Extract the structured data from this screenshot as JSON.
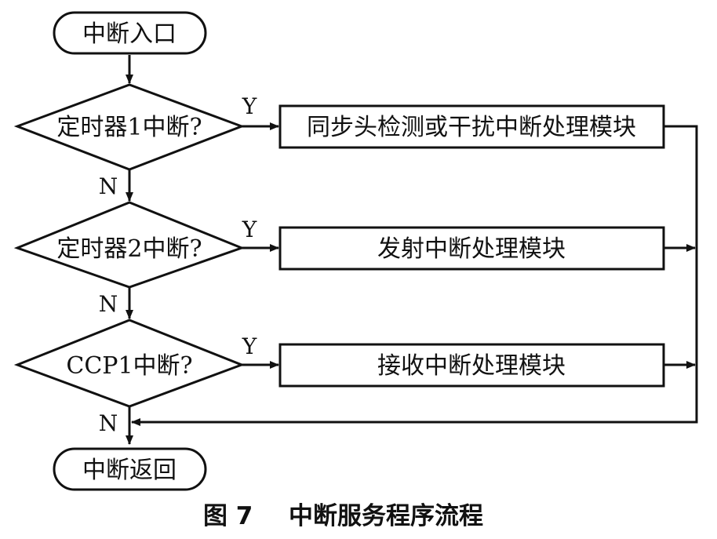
{
  "nodes": {
    "start": "中断入口",
    "decision1": "定时器1中断?",
    "decision2": "定时器2中断?",
    "decision3": "CCP1中断?",
    "process1": "同步头检测或干扰中断处理模块",
    "process2": "发射中断处理模块",
    "process3": "接收中断处理模块",
    "end": "中断返回"
  },
  "labels": {
    "yes": "Y",
    "no": "N"
  },
  "caption": {
    "figure": "图 7",
    "title": "中断服务程序流程"
  },
  "colors": {
    "stroke": "#111111",
    "background": "#ffffff"
  }
}
